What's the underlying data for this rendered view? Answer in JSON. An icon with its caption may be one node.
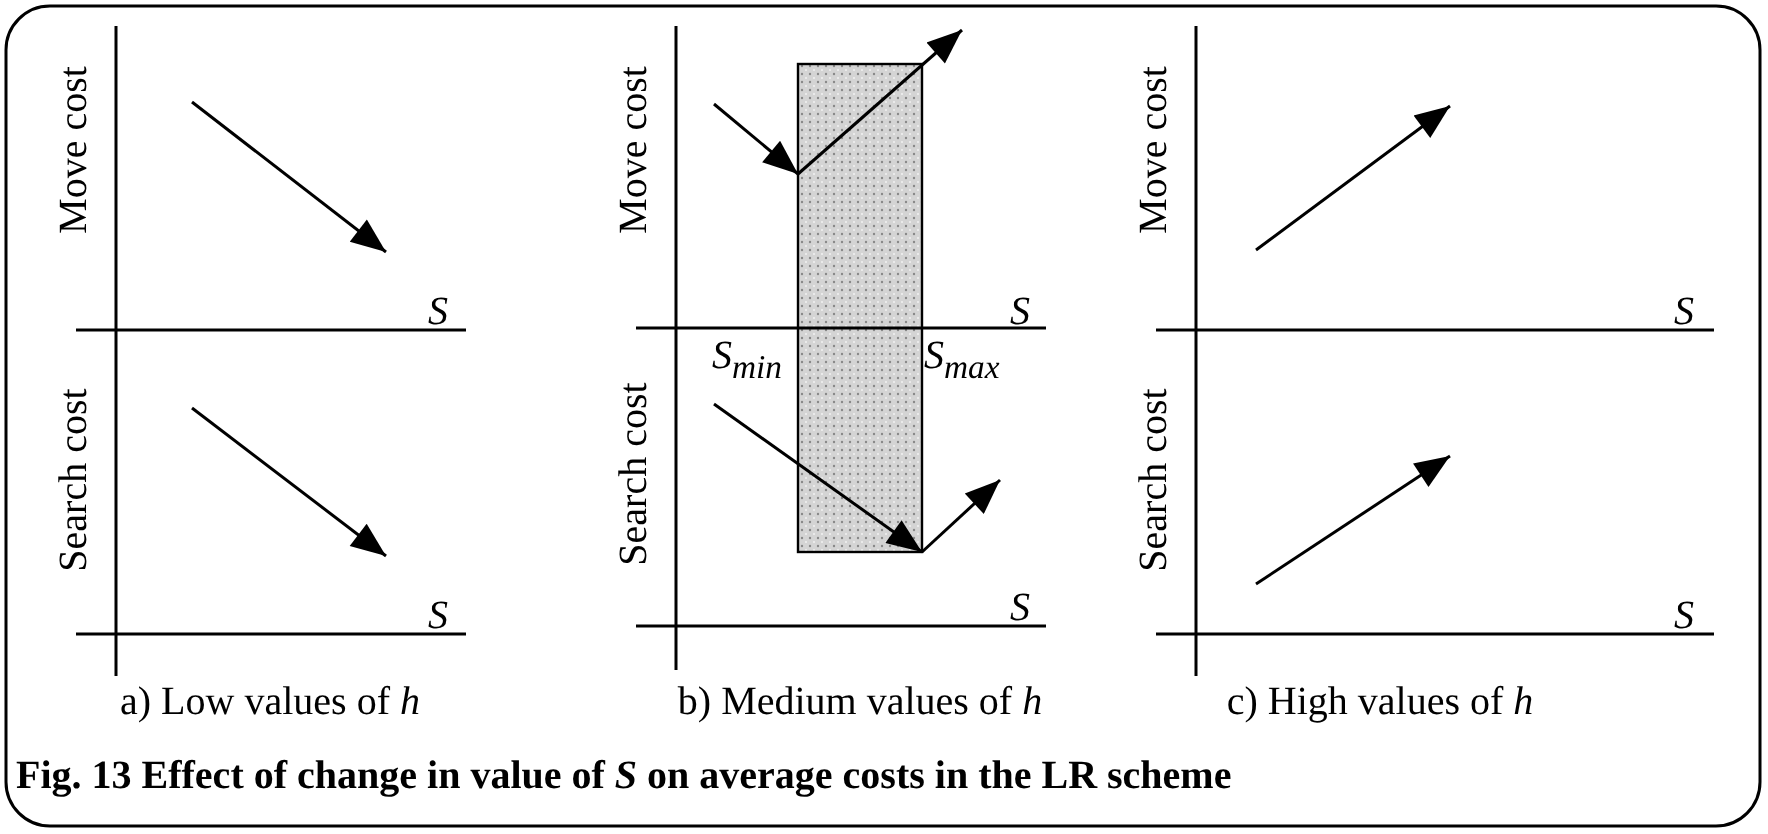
{
  "diagram": {
    "nodes": [
      {
        "text": [],
        "shape": "box"
      }
    ],
    "caption": "Fig. 13  Effect of change in value of *S* on average costs in the LR scheme",
    "labels": [
      "Move cost",
      "S",
      "Search cost",
      "S",
      "a) Low values of *h*",
      "Move cost",
      "S",
      "S$_{min}$",
      "S$_{max}$",
      "Search cost",
      "S",
      "b) Medium values of *h*",
      "Move cost",
      "S",
      "Search cost",
      "S",
      "c) High values of *h*"
    ]
  }
}
